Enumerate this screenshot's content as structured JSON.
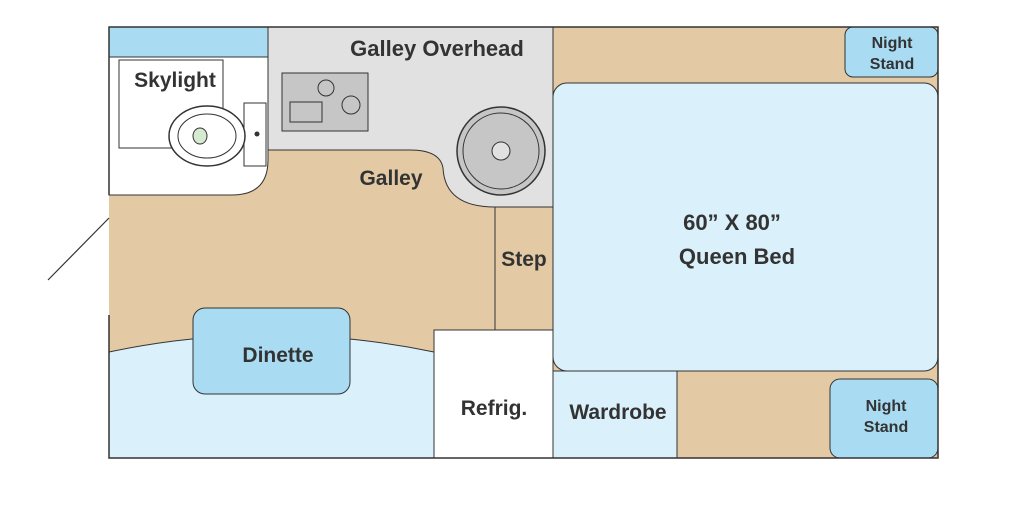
{
  "labels": {
    "skylight": "Skylight",
    "galley_overhead": "Galley Overhead",
    "galley": "Galley",
    "step": "Step",
    "bed_size": "60” X 80”",
    "bed_name": "Queen Bed",
    "dinette": "Dinette",
    "refrig": "Refrig.",
    "wardrobe": "Wardrobe",
    "night_stand_top_line1": "Night",
    "night_stand_top_line2": "Stand",
    "night_stand_bottom_line1": "Night",
    "night_stand_bottom_line2": "Stand"
  },
  "colors": {
    "floor": "#e3c9a4",
    "light_blue": "#daf0fb",
    "medium_blue": "#a9dcf3",
    "galley_gray": "#e1e1e1",
    "stove_gray": "#c6c6c6",
    "white": "#ffffff",
    "outline": "#333333"
  },
  "icons": {
    "toilet": "toilet-icon",
    "stove": "stove-icon",
    "sink": "sink-icon"
  }
}
